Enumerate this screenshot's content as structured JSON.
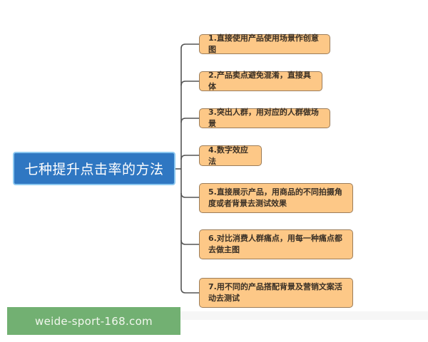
{
  "mindmap": {
    "central_topic": "七种提升点击率的方法",
    "branches": [
      {
        "label": "1.直接使用产品使用场景作创意图"
      },
      {
        "label": "2.产品卖点避免混淆，直接具体"
      },
      {
        "label": "3.突出人群，用对应的人群做场景"
      },
      {
        "label": "4.数字效应法"
      },
      {
        "label": "5.直接展示产品，用商品的不同拍摄角度或者背景去测试效果"
      },
      {
        "label": "6.对比消费人群痛点，用每一种痛点都去做主图"
      },
      {
        "label": "7.用不同的产品搭配背景及营销文案活动去测试"
      }
    ],
    "colors": {
      "central_fill": "#2f77c2",
      "central_border": "#8cc8f0",
      "branch_fill": "#fdc887",
      "branch_border": "#9c7d5a",
      "connector": "#555555"
    }
  },
  "watermark": {
    "text": "weide-sport-168.com",
    "color": "#72b072"
  }
}
